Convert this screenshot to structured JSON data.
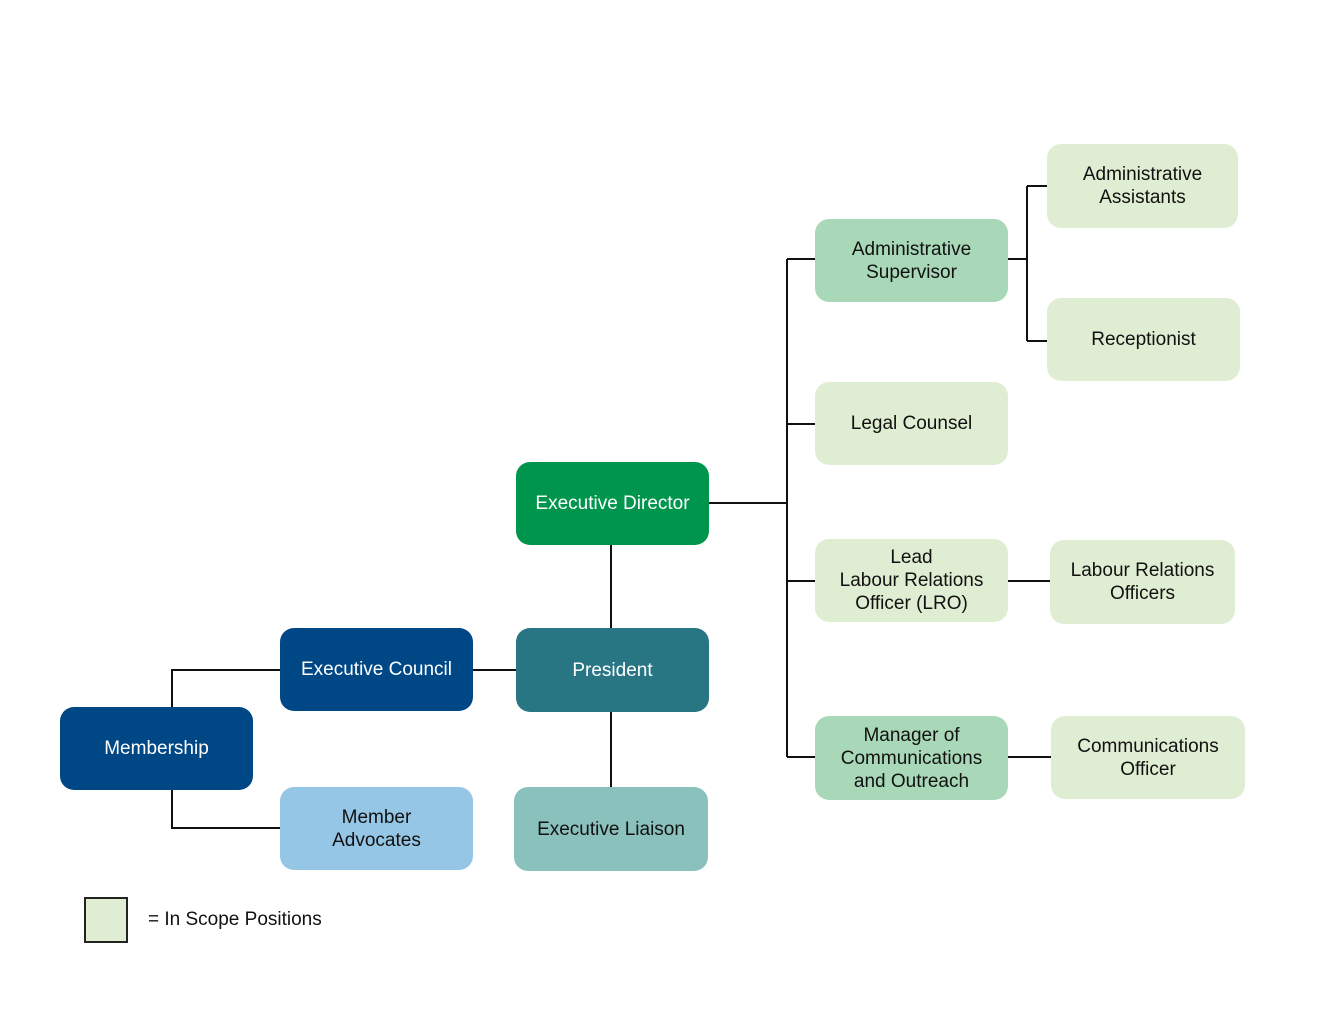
{
  "diagram": {
    "nodes": {
      "admin_assistants": {
        "label": "Administrative\nAssistants",
        "fill": "#dfedd2",
        "text_color": "#111111"
      },
      "admin_supervisor": {
        "label": "Administrative\nSupervisor",
        "fill": "#a8d8b8",
        "text_color": "#111111"
      },
      "receptionist": {
        "label": "Receptionist",
        "fill": "#dfedd2",
        "text_color": "#111111"
      },
      "legal_counsel": {
        "label": "Legal Counsel",
        "fill": "#dfedd2",
        "text_color": "#111111"
      },
      "executive_director": {
        "label": "Executive Director",
        "fill": "#00954c",
        "text_color": "#ffffff"
      },
      "lead_lro": {
        "label": "Lead\nLabour Relations\nOfficer (LRO)",
        "fill": "#dfedd2",
        "text_color": "#111111"
      },
      "lro_officers": {
        "label": "Labour Relations\nOfficers",
        "fill": "#dfedd2",
        "text_color": "#111111"
      },
      "executive_council": {
        "label": "Executive Council",
        "fill": "#004786",
        "text_color": "#ffffff"
      },
      "president": {
        "label": "President",
        "fill": "#287583",
        "text_color": "#ffffff"
      },
      "membership": {
        "label": "Membership",
        "fill": "#004786",
        "text_color": "#ffffff"
      },
      "manager_comms": {
        "label": "Manager of\nCommunications\nand Outreach",
        "fill": "#a8d8b8",
        "text_color": "#111111"
      },
      "comms_officer": {
        "label": "Communications\nOfficer",
        "fill": "#dfedd2",
        "text_color": "#111111"
      },
      "member_advocates": {
        "label": "Member\nAdvocates",
        "fill": "#95c6e5",
        "text_color": "#111111"
      },
      "executive_liaison": {
        "label": "Executive Liaison",
        "fill": "#8bc1bc",
        "text_color": "#111111"
      }
    },
    "connector_color": "#111111"
  },
  "legend": {
    "swatch_fill": "#dfedd2",
    "label": "= In Scope Positions"
  }
}
